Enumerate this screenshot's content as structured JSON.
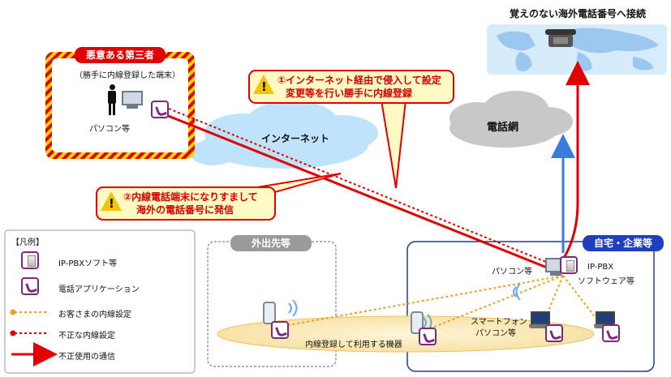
{
  "title": "覚えのない海外電話番号へ接続",
  "attacker": {
    "tag": "悪意ある第三者",
    "subtitle": "（勝手に内線登録した端末）",
    "pc_label": "パソコン等"
  },
  "internet_label": "インターネット",
  "phone_network_label": "電話網",
  "callout1": {
    "line1": "①インターネット経由で侵入して設定",
    "line2": "変更等を行い勝手に内線登録"
  },
  "callout2": {
    "line1": "②内線電話端末になりすまして",
    "line2": "海外の電話番号に発信"
  },
  "outside": {
    "tag": "外出先等"
  },
  "home": {
    "tag": "自宅・企業等",
    "pc_label": "パソコン等",
    "pbx_label_line1": "IP-PBX",
    "pbx_label_line2": "ソフトウェア等",
    "smartphone_pc_line1": "スマートフォン",
    "smartphone_pc_line2": "パソコン等"
  },
  "devices_label": "内線登録して利用する機器",
  "legend": {
    "title": "【凡例】",
    "items": [
      {
        "label": "IP-PBXソフト等"
      },
      {
        "label": "電話アプリケーション"
      },
      {
        "label": "お客さまの内線設定"
      },
      {
        "label": "不正な内線設定"
      },
      {
        "label": "不正使用の通信"
      }
    ]
  },
  "colors": {
    "alert_red": "#e00000",
    "callout_fill": "#fff9c4",
    "cloud_blue": "#bfe3fa",
    "cloud_gray": "#c8c8c8",
    "tag_blue": "#1f3fbf",
    "legit_orange": "#f0a020",
    "app_purple": "#7b2a7b"
  },
  "icons": [
    "person-icon",
    "pc-icon",
    "phone-app-icon",
    "ip-pbx-icon",
    "desk-phone-icon",
    "world-map-icon",
    "smartphone-icon",
    "laptop-icon",
    "warning-icon",
    "wifi-icon"
  ]
}
